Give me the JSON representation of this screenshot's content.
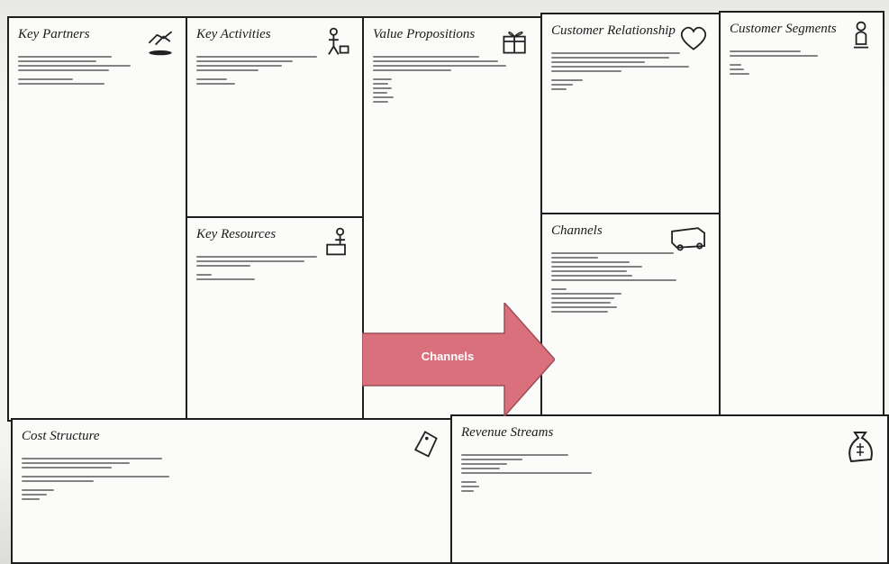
{
  "canvas": {
    "boxes": [
      {
        "id": "key-partners",
        "title": "Key Partners",
        "icon": "handshake-icon"
      },
      {
        "id": "key-activities",
        "title": "Key Activities",
        "icon": "worker-icon"
      },
      {
        "id": "key-resources",
        "title": "Key Resources",
        "icon": "worker-tools-icon"
      },
      {
        "id": "value-propositions",
        "title": "Value Propositions",
        "icon": "gift-icon"
      },
      {
        "id": "customer-relationship",
        "title": "Customer Relationship",
        "icon": "heart-icon"
      },
      {
        "id": "channels",
        "title": "Channels",
        "icon": "truck-icon"
      },
      {
        "id": "customer-segments",
        "title": "Customer Segments",
        "icon": "person-icon"
      },
      {
        "id": "cost-structure",
        "title": "Cost Structure",
        "icon": "price-tag-icon"
      },
      {
        "id": "revenue-streams",
        "title": "Revenue Streams",
        "icon": "money-bag-icon"
      }
    ],
    "arrow": {
      "label": "Channels",
      "color": "#d9707c"
    }
  },
  "colors": {
    "border": "#1e1e1e",
    "box_fill": "#fbfbf9",
    "arrow_fill": "#d9707c"
  }
}
